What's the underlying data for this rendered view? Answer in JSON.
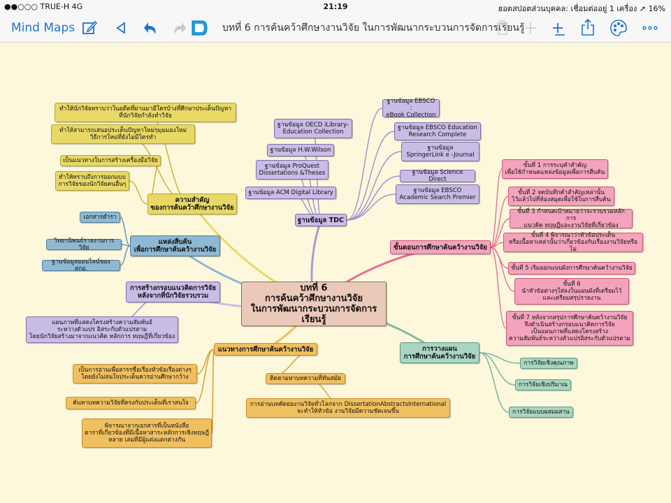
{
  "status_bar": {
    "carrier": "●●○○○ TRUE-H   4G",
    "time": "21:19",
    "right": "ฮอตสปอตส่วนบุคคล: เชื่อมต่ออยู่ 1 เครื่อง   ➚ 16%"
  },
  "toolbar": {
    "back_label": "Mind Maps",
    "doc_title": "บทที่ 6  การค้นคว้าศึกษางานวิจัย ในการพัฒนากระบวนการจัดการเรียนรู้",
    "icons": [
      "edit-icon",
      "previous-icon",
      "undo-icon",
      "redo-icon",
      "map-badge-icon",
      "trash-icon",
      "add-icon",
      "add-child-icon",
      "share-icon",
      "palette-icon",
      "more-icon"
    ]
  },
  "colors": {
    "background": "#fdf8dc",
    "accent": "#1a73d9",
    "yellow": "#e8d866",
    "blue": "#8fb8d2",
    "lavender": "#c9bce6",
    "orange": "#f0c060",
    "pink": "#f4a3bd",
    "green": "#a9d5c2",
    "central": "#ebc9b9"
  },
  "map": {
    "central": "บทที่ 6\nการค้นคว้าศึกษางานวิจัย\nในการพัฒนากระบวนการจัดการเรียนรู้",
    "importance": {
      "title": "ความสำคัญ\nของการค้นคว้าศึกษางานวิจัย",
      "children": [
        "ทำให้นักวิจัยทราบว่าในอดีตที่ผ่านมามีใครบ้างที่ศึกษาประเด็นปัญหา\nที่นักวิจัยกำลังทำวิจัย",
        "ทำให้สามารถเสนอประเด็นปัญหาใหม่ๆมุมมองใหม่\nวิธีการใหม่ที่ยังไม่มีใครทำ",
        "เป็นแนวทางในการสร้างเครื่องมือวิจัย",
        "ทำให้ทราบถึงการออกแบบ\nการวิจัยของนักวิจัยคนอื่นๆ"
      ]
    },
    "sources": {
      "title": "แหล่งสืบค้น\nเพื่อการศึกษาค้นคว้างานวิจัย",
      "children": [
        "เอกสารตำรา",
        "วิทยานิพนธ์รายงานการวิจัย",
        "ฐานข้อมูลออนไลน์ของ สกอ."
      ]
    },
    "framework": {
      "title": "การสร้างกรอบแนวคิดการวิจัย\nหลังจากที่นักวิจัยรวบรวม",
      "children": [
        "แผนภาพที่แสดงโครงสร้างความสัมพันธ์\nระหว่างตัวแปร อิสระกับตัวแปรตาม\nโดยนักวิจัยสร้างมาจากแนวคิด หลักการ ทฤษฎีที่เกี่ยวข้อง"
      ]
    },
    "approach": {
      "title": "แนวทางการศึกษาค้นคว้างานวิจัย",
      "children": [
        "เป็นการอ่านเพื่อสารรชื่อเรื่องหัวข้อเรื่องต่างๆ\nโดยยังไม่สนใจประเด็นควรอ่านศึกษากว้าง",
        "ค้นหาบทความวิจัยที่ตรงกับประเด็นที่เราสนใจ",
        "พิจารณาจากเอกสารที่เป็นหนังสือ\nตาราที่เกี่ยวข้องที่มีเนื้อหาสาระหลักการเชิงทฤษฎี\nหลาย เล่มที่มีผู้แต่งแตกต่างกัน",
        "ติดตามหาบทความที่ทันสมัย"
      ],
      "grandchild": "การอ่านบทคัดย่องานวิจัยทั่วโลกจาก DissertationAbstractsInternational\nจะทำให้หัวข้อ งานวิจัยมีความชัดเจนขึ้น"
    },
    "tdc": {
      "title": "ฐานข้อมูล TDC",
      "left": [
        "ฐานข้อมูล OECD iLibrary-\nEducation Collection",
        "ฐานข้อมูล H.W.Wilson",
        "ฐานข้อมูล ProQuest\nDissertations &Theses",
        "ฐานข้อมูล ACM Digital Library"
      ],
      "right": [
        "ฐานข้อมูล EBSCO :\neBook Collection",
        "ฐานข้อมูล EBSCO Education\nResearch Complete",
        "ฐานข้อมูล\nSpringerLink e -Journal",
        "ฐานข้อมูล Science Direct",
        "ฐานข้อมูล EBSCO\nAcademic Search Premier"
      ]
    },
    "steps": {
      "title": "ขั้นตอนการศึกษาค้นคว้างานวิจัย",
      "children": [
        "ขั้นที่ 1 การระบุคำสำคัญ\nเพื่อใช้กำหนดแหล่งข้อมูลเพื่อการสืบค้น",
        "ขั้นที่ 2 จดบันทึกคำสำคัญเหล่านั้น\nไว้แล้วไปที่ห้องสมุดเพื่อใช้ในการสืบค้น",
        "ขั้นที่ 3 กำหนดเป้าหมายว่าจะรวบรวมหลักการ\nแนวคิด ทฤษฎีและงานวิจัยที่เกี่ยวข้อง",
        "ขั้นที่ 4 พิจารณาว่าหัวข้อประเด็น\nหรือเนื้อหาเหล่านั้นว่าเกี่ยวข้องกับเรื่องงานวิจัยหรือไม่",
        "ขั้นที่ 5 เริ่มออกแบบผังการศึกษาค้นคว้างานวิจัย",
        "ขั้นที่ 6\nนำหัวข้อต่างๆใส่ลงในแผนผังที่เตรียมไว้\nและเตรียมสรุปรายงาน",
        "ขั้นที่ 7 หลังจากสรุปการศึกษาค้นคว้างานวิจัย\nจึงดำเนินสร้างกรอบแนวคิดการวิจัย\nเป็นแผนภาพที่แสดงโครงสร้าง\nความสัมพันธ์ระหว่างตัวแปรอิสระกับตัวแปรตาม"
      ]
    },
    "planning": {
      "title": "การวางแผน\nการศึกษาค้นคว้างานวิจัย",
      "children": [
        "การวิจัยเชิงคุณภาพ",
        "การวิจัยเชิงปริมาณ",
        "การวิจัยแบบผสมผสาน"
      ]
    }
  }
}
